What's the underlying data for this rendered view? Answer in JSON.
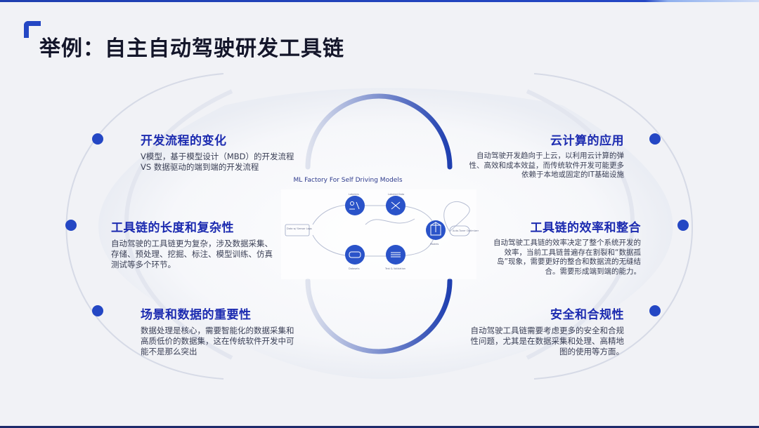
{
  "page": {
    "title": "举例：自主自动驾驶研发工具链"
  },
  "blocks": [
    {
      "id": "b1",
      "heading": "开发流程的变化",
      "text": "V模型，基于模型设计（MBD）的开发流程 VS 数据驱动的端到端的开发流程"
    },
    {
      "id": "b2",
      "heading": "工具链的长度和复杂性",
      "text": "自动驾驶的工具链更为复杂，涉及数据采集、存储、预处理、挖掘、标注、模型训练、仿真测试等多个环节。"
    },
    {
      "id": "b3",
      "heading": "场景和数据的重要性",
      "text": "数据处理是核心，需要智能化的数据采集和高质低价的数据集，这在传统软件开发中可能不是那么突出"
    },
    {
      "id": "b4",
      "heading": "云计算的应用",
      "text": "自动驾驶开发趋向于上云，以利用云计算的弹性、高效和成本效益，而传统软件开发可能更多依赖于本地或固定的IT基础设施"
    },
    {
      "id": "b5",
      "heading": "工具链的效率和整合",
      "text": "自动驾驶工具链的效率决定了整个系统开发的效率，当前工具链普遍存在割裂和“数据孤岛”现象，需要更好的整合和数据流的无缝结合。需要形成端到端的能力。"
    },
    {
      "id": "b6",
      "heading": "安全和合规性",
      "text": "自动驾驶工具链需要考虑更多的安全和合规性问题，尤其是在数据采集和处理、高精地图的使用等方面。"
    }
  ],
  "diagram": {
    "title": "ML Factory For Self Driving Models",
    "labels": {
      "labelers": "Labelers",
      "labeled_data": "Labeled Data",
      "data_sensor": "Data w/ Sensor Logs",
      "models": "Models",
      "auto_tuner": "Auto-Tuner Optimizer",
      "datasets": "Datasets",
      "test_validation": "Test & Validation"
    }
  },
  "colors": {
    "accent": "#2447c4",
    "heading": "#1c2bb0",
    "background": "#f1f2f6"
  }
}
